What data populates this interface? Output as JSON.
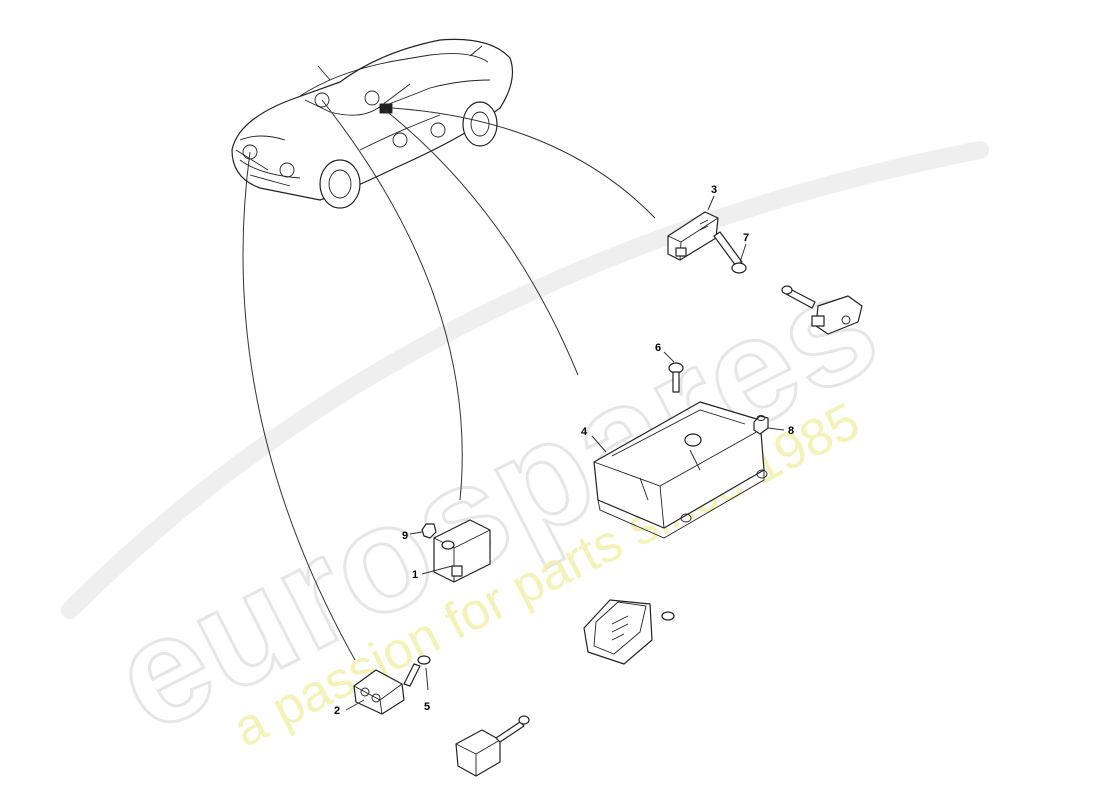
{
  "watermark": {
    "brand": "eurospares",
    "tagline": "a passion for parts since 1985"
  },
  "callouts": [
    {
      "id": "1",
      "label": "1"
    },
    {
      "id": "2",
      "label": "2"
    },
    {
      "id": "3",
      "label": "3"
    },
    {
      "id": "4",
      "label": "4"
    },
    {
      "id": "5",
      "label": "5"
    },
    {
      "id": "6",
      "label": "6"
    },
    {
      "id": "7",
      "label": "7"
    },
    {
      "id": "8",
      "label": "8"
    },
    {
      "id": "9",
      "label": "9"
    }
  ]
}
